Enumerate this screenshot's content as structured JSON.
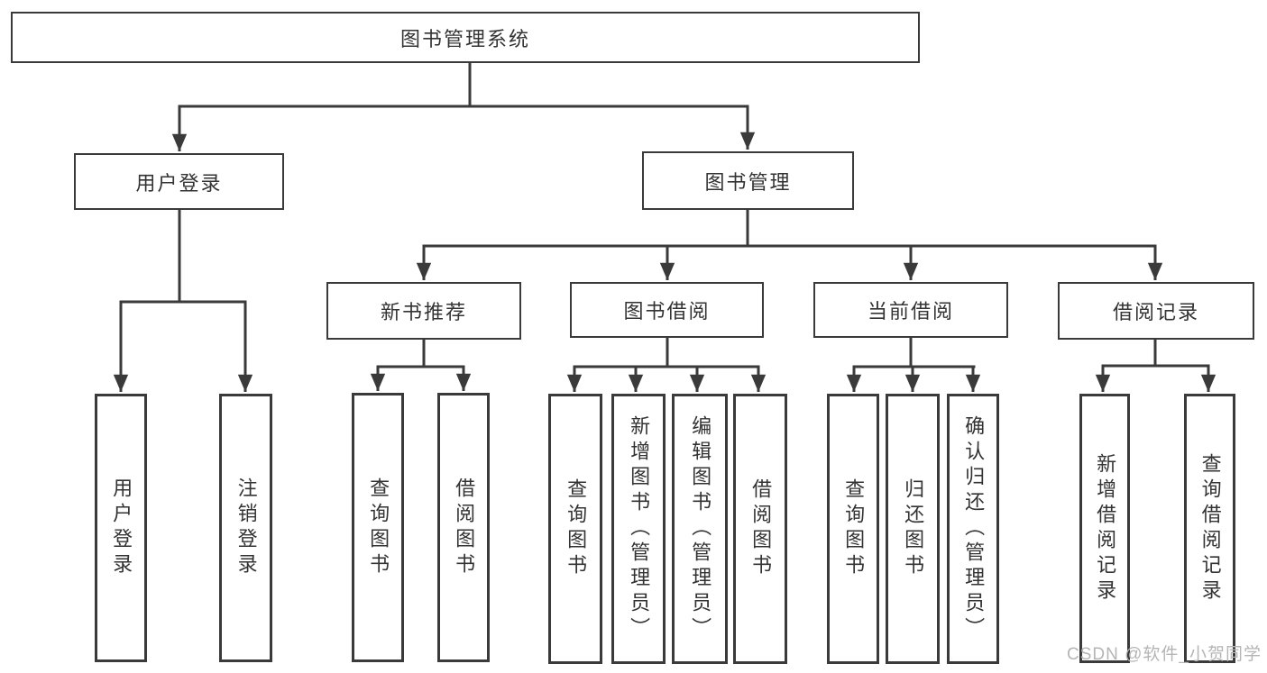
{
  "diagram": {
    "title": "图书管理系统",
    "type": "hierarchy-tree",
    "line_color": "#3a3a3a",
    "text_color": "#333333",
    "background_color": "#ffffff",
    "watermark": "CSDN @软件_小贺同学",
    "nodes": {
      "root": "图书管理系统",
      "login_group": "用户登录",
      "book_group": "图书管理",
      "login_leaf": "用户登录",
      "logout_leaf": "注销登录",
      "new_books": "新书推荐",
      "borrow_mgmt": "图书借阅",
      "current_borrow": "当前借阅",
      "borrow_records": "借阅记录",
      "nb_query": "查询图书",
      "nb_borrow": "借阅图书",
      "bm_query": "查询图书",
      "bm_add": "新增图书（管理员）",
      "bm_edit": "编辑图书（管理员）",
      "bm_borrow": "借阅图书",
      "cb_query": "查询图书",
      "cb_return": "归还图书",
      "cb_confirm": "确认归还（管理员）",
      "br_add": "新增借阅记录",
      "br_query": "查询借阅记录"
    },
    "hierarchy": {
      "图书管理系统": {
        "用户登录": [
          "用户登录",
          "注销登录"
        ],
        "图书管理": {
          "新书推荐": [
            "查询图书",
            "借阅图书"
          ],
          "图书借阅": [
            "查询图书",
            "新增图书（管理员）",
            "编辑图书（管理员）",
            "借阅图书"
          ],
          "当前借阅": [
            "查询图书",
            "归还图书",
            "确认归还（管理员）"
          ],
          "借阅记录": [
            "新增借阅记录",
            "查询借阅记录"
          ]
        }
      }
    }
  }
}
